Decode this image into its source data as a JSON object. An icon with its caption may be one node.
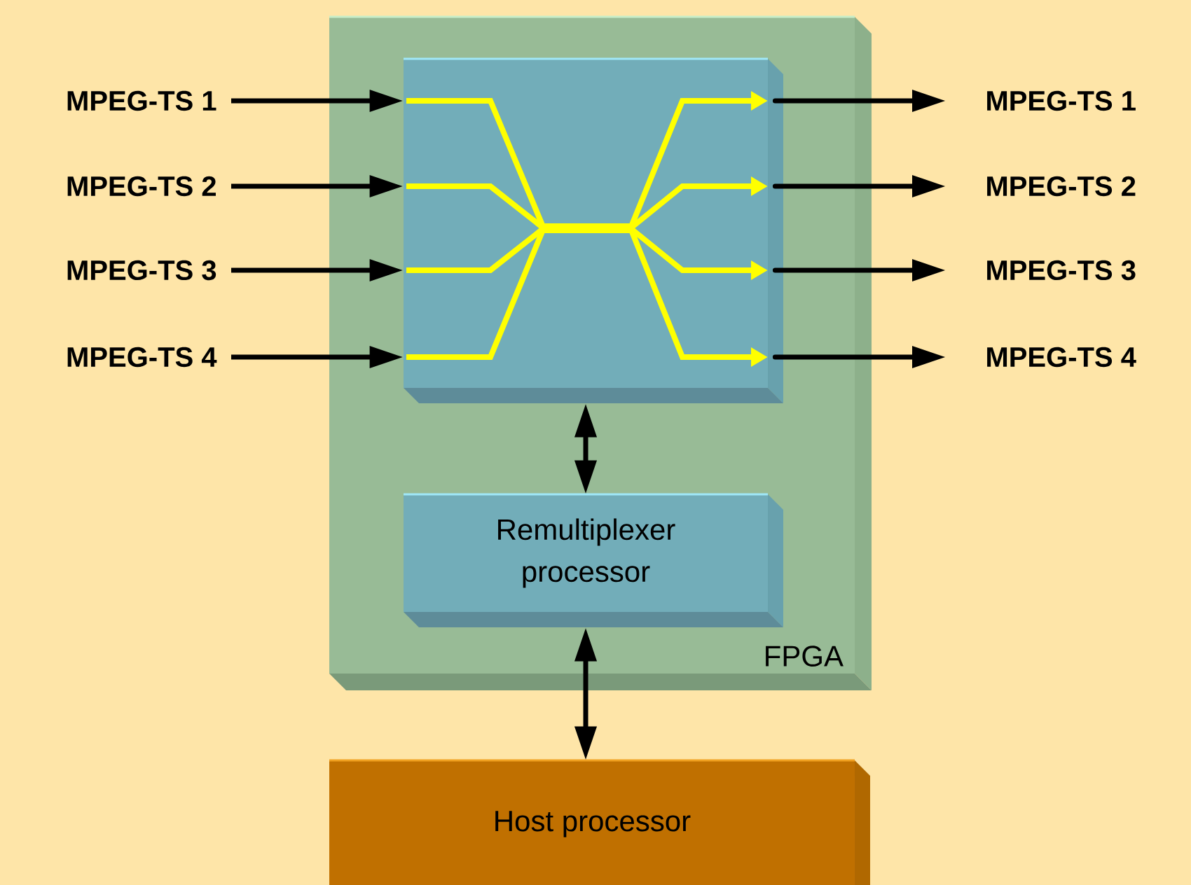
{
  "diagram": {
    "nodes": [
      {
        "text": [
          "FPGA"
        ]
      },
      {
        "text": [],
        "shape": "box",
        "in": 0
      },
      {
        "text": [
          "Remultiplexer processor"
        ],
        "in": 0
      },
      {
        "text": [
          "Host processor"
        ]
      },
      {
        "text": [
          "MPEG-TS 1"
        ]
      },
      {
        "text": [
          "MPEG-TS 2"
        ]
      },
      {
        "text": [
          "MPEG-TS 3"
        ]
      },
      {
        "text": [
          "MPEG-TS 4"
        ]
      },
      {
        "text": [
          "MPEG-TS 1"
        ]
      },
      {
        "text": [
          "MPEG-TS 2"
        ]
      },
      {
        "text": [
          "MPEG-TS 3"
        ]
      },
      {
        "text": [
          "MPEG-TS 4"
        ]
      }
    ],
    "edges": [
      {
        "from": 4,
        "to": 1,
        "arrow": "to"
      },
      {
        "from": 5,
        "to": 1,
        "arrow": "to"
      },
      {
        "from": 6,
        "to": 1,
        "arrow": "to"
      },
      {
        "from": 7,
        "to": 1,
        "arrow": "to"
      },
      {
        "from": 1,
        "to": 8,
        "arrow": "to"
      },
      {
        "from": 1,
        "to": 9,
        "arrow": "to"
      },
      {
        "from": 1,
        "to": 10,
        "arrow": "to"
      },
      {
        "from": 1,
        "to": 11,
        "arrow": "to"
      },
      {
        "from": 1,
        "to": 2,
        "arrow": "both"
      },
      {
        "from": 2,
        "to": 3,
        "arrow": "both"
      }
    ]
  }
}
